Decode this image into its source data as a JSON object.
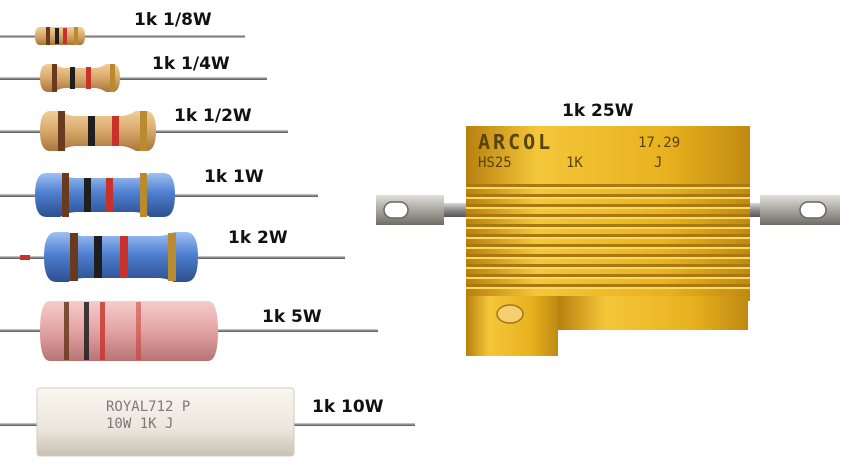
{
  "labels": {
    "r_1_8w": "1k 1/8W",
    "r_1_4w": "1k 1/4W",
    "r_1_2w": "1k 1/2W",
    "r_1w": "1k 1W",
    "r_2w": "1k 2W",
    "r_5w": "1k 5W",
    "r_10w": "1k 10W",
    "r_25w": "1k 25W"
  },
  "printed": {
    "cement_line1": "ROYAL712  P",
    "cement_line2": "10W  1K  J",
    "arcol_brand": "ARCOL",
    "arcol_code": "17.29",
    "arcol_line2_a": "HS25",
    "arcol_line2_b": "1K",
    "arcol_line2_c": "J"
  },
  "colors": {
    "tan_body": "#d8a86a",
    "blue_body": "#4f7fd0",
    "pink_body": "#e3a3a3",
    "cement_body": "#ece6dc",
    "gold_body": "#e8b21f",
    "band_brown": "#6a3a1e",
    "band_black": "#1e1e1e",
    "band_red": "#c8322a",
    "band_gold": "#b98a2e"
  },
  "icons": [
    "resistor-1-8w-icon",
    "resistor-1-4w-icon",
    "resistor-1-2w-icon",
    "resistor-1w-icon",
    "resistor-2w-icon",
    "resistor-5w-icon",
    "cement-resistor-icon",
    "aluminium-housed-resistor-icon"
  ]
}
